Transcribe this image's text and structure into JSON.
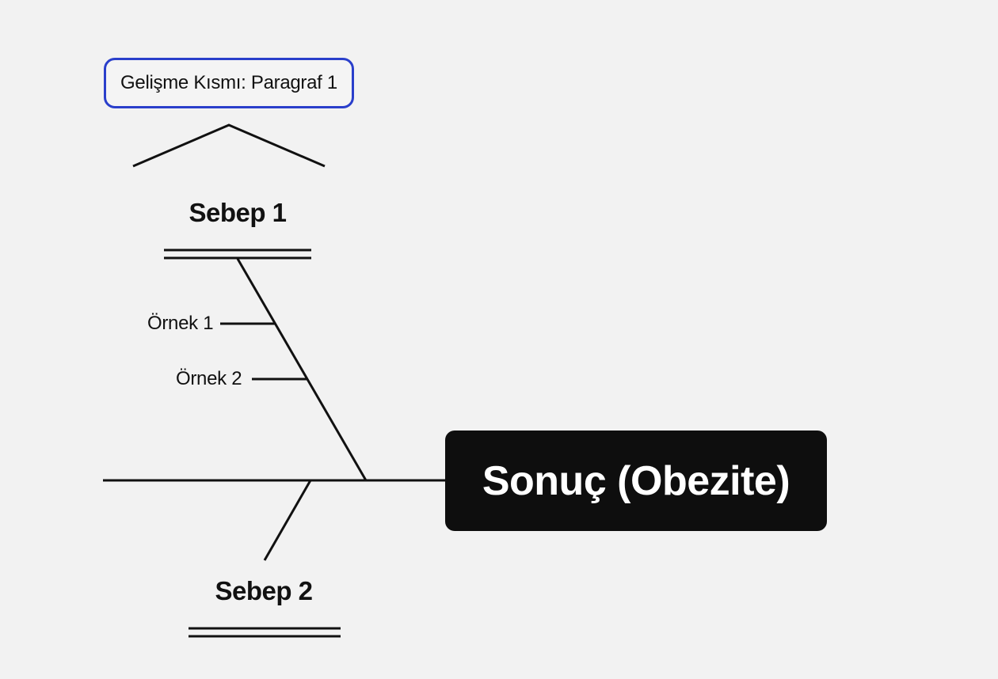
{
  "section_label": "Gelişme Kısmı: Paragraf 1",
  "effect": "Sonuç (Obezite)",
  "causes": [
    {
      "label": "Sebep 1",
      "examples": [
        "Örnek 1",
        "Örnek 2"
      ]
    },
    {
      "label": "Sebep 2"
    }
  ],
  "colors": {
    "background": "#f2f2f2",
    "line": "#111111",
    "section_border": "#2a3fcb",
    "effect_fill": "#0e0e0e",
    "effect_text": "#ffffff"
  }
}
